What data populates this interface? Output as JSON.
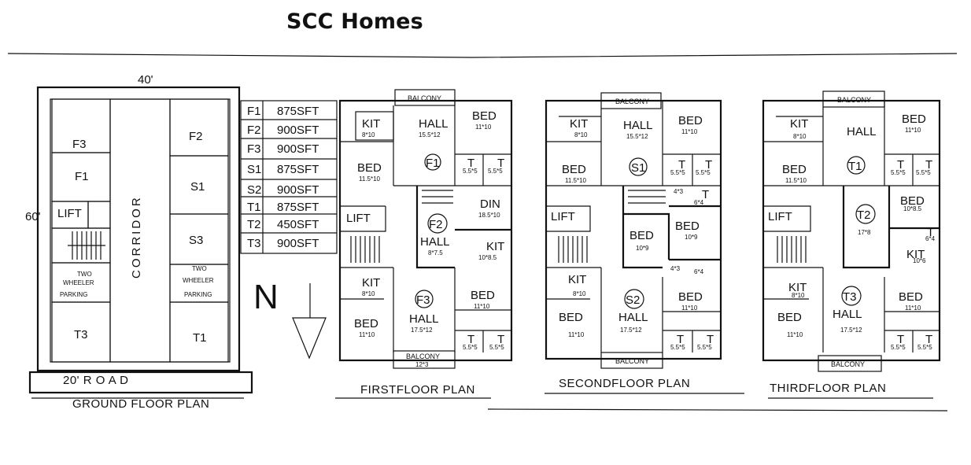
{
  "page_title": "SCC Homes",
  "ground_floor": {
    "width_label": "40'",
    "depth_label": "60'",
    "road_label": "20'  R O A D",
    "plan_label": "GROUND FLOOR PLAN",
    "corridor_label": "CORRIDOR",
    "lift_label": "LIFT",
    "parking_lines": [
      "TWO",
      "WHEELER",
      "PARKING"
    ],
    "units": [
      "F3",
      "F1",
      "T3",
      "F2",
      "S1",
      "S3",
      "T1"
    ]
  },
  "area_table": [
    {
      "unit": "F1",
      "area": "875SFT"
    },
    {
      "unit": "F2",
      "area": "900SFT"
    },
    {
      "unit": "F3",
      "area": "900SFT"
    },
    {
      "unit": "S1",
      "area": "875SFT"
    },
    {
      "unit": "S2",
      "area": "900SFT"
    },
    {
      "unit": "T1",
      "area": "875SFT"
    },
    {
      "unit": "T2",
      "area": "450SFT"
    },
    {
      "unit": "T3",
      "area": "900SFT"
    }
  ],
  "first_floor": {
    "plan_label": "FIRSTFLOOR PLAN",
    "balcony_top": "BALCONY",
    "balcony_bottom": "BALCONY",
    "balcony_bottom_size": "12*3",
    "kit_top": "KIT",
    "kit_top_size": "8*10",
    "hall_top": "HALL",
    "hall_top_size": "15.5*12",
    "bed_tr": "BED",
    "bed_tr_size": "11*10",
    "bed_tl": "BED",
    "bed_tl_size": "11.5*10",
    "unit_top": "F1",
    "t1": "T",
    "t1_size": "5.5*5",
    "t2": "T",
    "t2_size": "5.5*5",
    "lift": "LIFT",
    "unit_mid": "F2",
    "hall_mid": "HALL",
    "hall_mid_size": "8*7.5",
    "din": "DIN",
    "din_size": "18.5*10",
    "kit_mid": "KIT",
    "kit_mid_size": "10*8.5",
    "kit_bot": "KIT",
    "kit_bot_size": "8*10",
    "unit_bot": "F3",
    "hall_bot": "HALL",
    "hall_bot_size": "17.5*12",
    "bed_br": "BED",
    "bed_br_size": "11*10",
    "bed_bl": "BED",
    "bed_bl_size": "11*10",
    "t3": "T",
    "t3_size": "5.5*5",
    "t4": "T",
    "t4_size": "5.5*5"
  },
  "second_floor": {
    "plan_label": "SECONDFLOOR PLAN",
    "balcony_top": "BALCONY",
    "balcony_bottom": "BALCONY",
    "kit_top": "KIT",
    "kit_top_size": "8*10",
    "hall_top": "HALL",
    "hall_top_size": "15.5*12",
    "bed_tr": "BED",
    "bed_tr_size": "11*10",
    "bed_tl": "BED",
    "bed_tl_size": "11.5*10",
    "unit_top": "S1",
    "t1": "T",
    "t1_size": "5.5*5",
    "t2": "T",
    "t2_size": "5.5*5",
    "lift": "LIFT",
    "small1": "4*3",
    "t_mid": "T",
    "t_mid_size": "6*4",
    "bed_mid": "BED",
    "bed_mid_size": "10*9",
    "bed_mr": "BED",
    "bed_mr_size": "10*9",
    "small2": "4*3",
    "small3": "6*4",
    "kit_bot": "KIT",
    "kit_bot_size": "8*10",
    "unit_bot": "S2",
    "hall_bot": "HALL",
    "hall_bot_size": "17.5*12",
    "bed_br": "BED",
    "bed_br_size": "11*10",
    "bed_bl": "BED",
    "bed_bl_size": "11*10",
    "t3": "T",
    "t3_size": "5.5*5",
    "t4": "T",
    "t4_size": "5.5*5"
  },
  "third_floor": {
    "plan_label": "THIRDFLOOR PLAN",
    "balcony_top": "BALCONY",
    "balcony_bottom": "BALCONY",
    "kit_top": "KIT",
    "kit_top_size": "8*10",
    "hall_top": "HALL",
    "bed_tr": "BED",
    "bed_tr_size": "11*10",
    "bed_tl": "BED",
    "bed_tl_size": "11.5*10",
    "unit_top": "T1",
    "t1": "T",
    "t1_size": "5.5*5",
    "t2": "T",
    "t2_size": "5.5*5",
    "lift": "LIFT",
    "unit_mid": "T2",
    "unit_mid_size": "17*8",
    "bed_mid": "BED",
    "bed_mid_size": "10*8.5",
    "t_mid": "T",
    "t_mid_size": "6*4",
    "kit_mid": "KIT",
    "kit_mid_size": "10*6",
    "kit_bot": "KIT",
    "kit_bot_size": "8*10",
    "unit_bot": "T3",
    "hall_bot": "HALL",
    "hall_bot_size": "17.5*12",
    "bed_br": "BED",
    "bed_br_size": "11*10",
    "bed_bl": "BED",
    "bed_bl_size": "11*10",
    "t3": "T",
    "t3_size": "5.5*5",
    "t4": "T",
    "t4_size": "5.5*5"
  },
  "north_label": "N"
}
